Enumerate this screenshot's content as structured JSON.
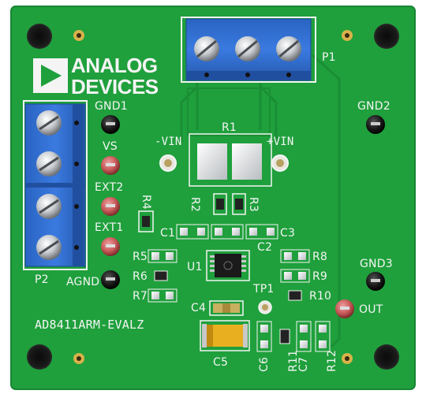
{
  "board": {
    "brand_line1": "ANALOG",
    "brand_line2": "DEVICES",
    "model": "AD8411ARM-EVALZ"
  },
  "labels": {
    "p1": "P1",
    "p2": "P2",
    "gnd1": "GND1",
    "gnd2": "GND2",
    "gnd3": "GND3",
    "vs": "VS",
    "ext2": "EXT2",
    "ext1": "EXT1",
    "agnd": "AGND",
    "minus_vin": "-VIN",
    "plus_vin": "+VIN",
    "r1": "R1",
    "r2": "R2",
    "r3": "R3",
    "r4": "R4",
    "r5": "R5",
    "r6": "R6",
    "r7": "R7",
    "r8": "R8",
    "r9": "R9",
    "r10": "R10",
    "r11": "R11",
    "r12": "R12",
    "c1": "C1",
    "c2": "C2",
    "c3": "C3",
    "c4": "C4",
    "c5": "C5",
    "c6": "C6",
    "c7": "C7",
    "u1": "U1",
    "tp1": "TP1",
    "out": "OUT"
  },
  "colors": {
    "pcb": "#1fa03c",
    "terminal_block": "#2f6fd0",
    "silkscreen": "#f4f4f4",
    "test_point_red": "#c85a5a"
  }
}
